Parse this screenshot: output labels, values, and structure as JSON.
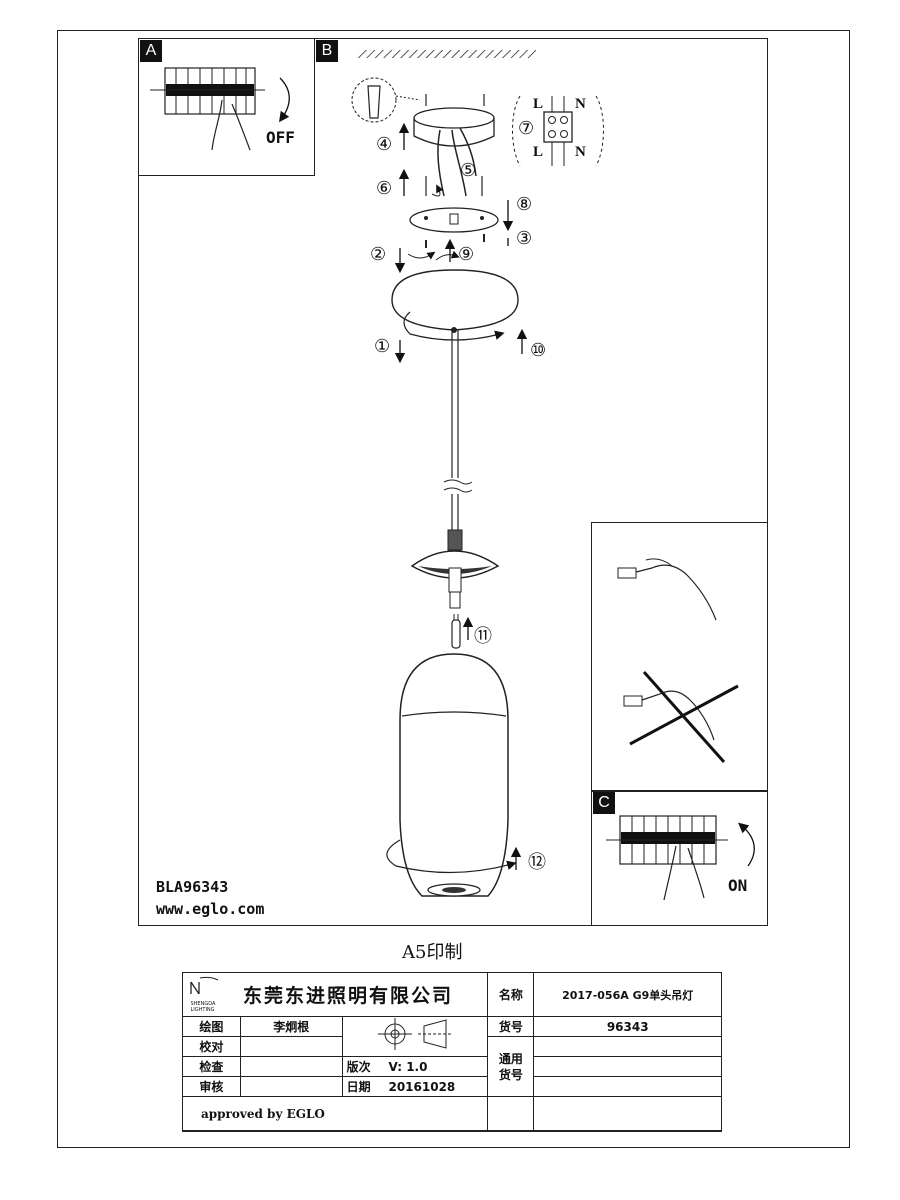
{
  "panels": {
    "a_tag": "A",
    "b_tag": "B",
    "c_tag": "C",
    "off_label": "OFF",
    "on_label": "ON",
    "wire_labels": {
      "l_top": "L",
      "n_top": "N",
      "l_bottom": "L",
      "n_bottom": "N"
    }
  },
  "steps": [
    "①",
    "②",
    "③",
    "④",
    "⑤",
    "⑥",
    "⑦",
    "⑧",
    "⑨",
    "⑩",
    "⑪",
    "⑫"
  ],
  "product_code": "BLA96343",
  "website": "www.eglo.com",
  "print_note": "A5印制",
  "title_block": {
    "logo_text": "SHENGDA LIGHTING",
    "company": "东莞东进照明有限公司",
    "name_label": "名称",
    "name_value": "2017-056A G9单头吊灯",
    "drawn_label": "绘图",
    "drawn_value": "李炯根",
    "item_label": "货号",
    "item_value": "96343",
    "proof_label": "校对",
    "check_label": "检查",
    "version_label": "版次",
    "version_value": "V: 1.0",
    "general_label": "通用\n货号",
    "audit_label": "审核",
    "date_label": "日期",
    "date_value": "20161028",
    "approved": "approved by EGLO"
  }
}
